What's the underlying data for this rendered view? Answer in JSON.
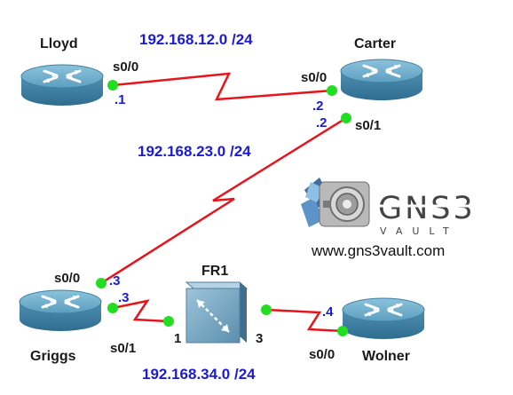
{
  "networks": {
    "lloyd_carter": "192.168.12.0 /24",
    "carter_griggs": "192.168.23.0 /24",
    "frame_relay": "192.168.34.0 /24"
  },
  "routers": {
    "lloyd": "Lloyd",
    "carter": "Carter",
    "griggs": "Griggs",
    "wolner": "Wolner"
  },
  "switch": {
    "name": "FR1",
    "port_left": "1",
    "port_right": "3"
  },
  "interfaces": {
    "lloyd_s00": "s0/0",
    "carter_s00": "s0/0",
    "carter_s01": "s0/1",
    "griggs_s00": "s0/0",
    "griggs_s01": "s0/1",
    "wolner_s00": "s0/0"
  },
  "addresses": {
    "lloyd": ".1",
    "carter_s00": ".2",
    "carter_s01": ".2",
    "griggs_s00": ".3",
    "griggs_s01": ".3",
    "wolner": ".4"
  },
  "branding": {
    "logo_big": "GNS3",
    "logo_small": "VAULT",
    "url": "www.gns3vault.com"
  },
  "colors": {
    "link": "#e8141b",
    "endpoint": "#22dd22",
    "network_text": "#1b1bd6",
    "router_body": "#5a9fc0"
  }
}
